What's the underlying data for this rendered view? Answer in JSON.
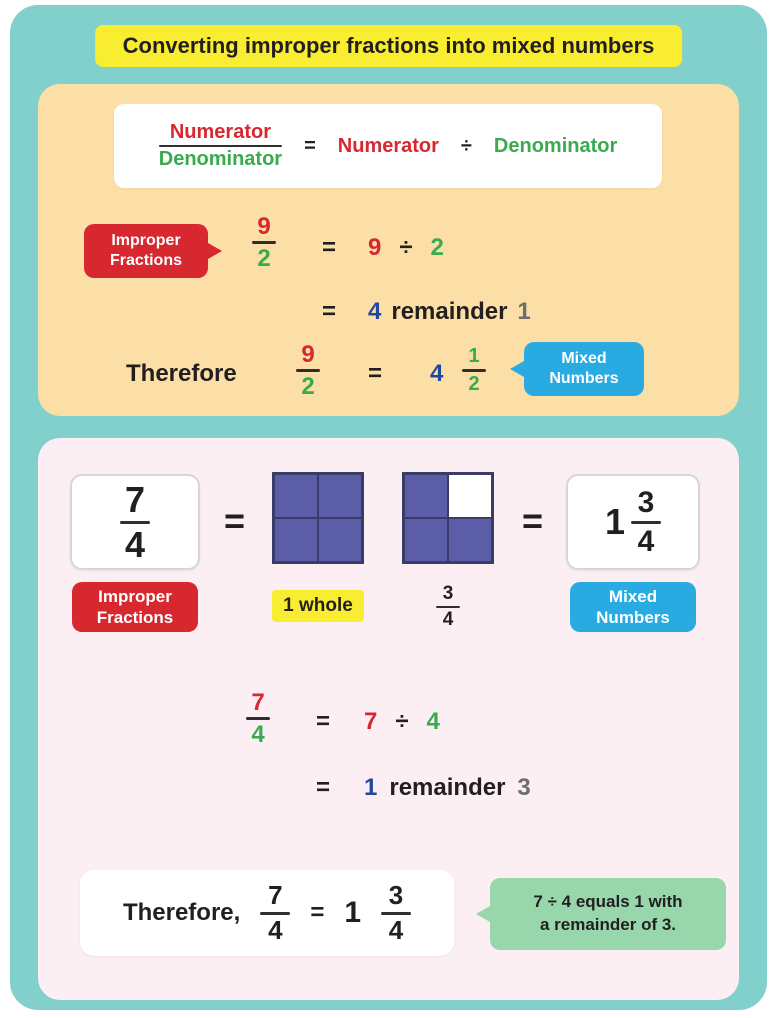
{
  "title": "Converting improper fractions into mixed numbers",
  "formula": {
    "fraction": {
      "numerator": "Numerator",
      "denominator": "Denominator"
    },
    "equals": "=",
    "dividend": "Numerator",
    "divide_sign": "÷",
    "divisor": "Denominator"
  },
  "example1": {
    "improper_label_line1": "Improper",
    "improper_label_line2": "Fractions",
    "fraction": {
      "numerator": "9",
      "denominator": "2"
    },
    "equals": "=",
    "dividend": "9",
    "divide_sign": "÷",
    "divisor": "2",
    "result_equals": "=",
    "result_whole": "4",
    "remainder_word": "remainder",
    "remainder_value": "1",
    "therefore_word": "Therefore",
    "therefore_fraction": {
      "numerator": "9",
      "denominator": "2"
    },
    "therefore_equals": "=",
    "mixed_whole": "4",
    "mixed_fraction": {
      "numerator": "1",
      "denominator": "2"
    },
    "mixed_label_line1": "Mixed",
    "mixed_label_line2": "Numbers"
  },
  "example2": {
    "improper_fraction": {
      "numerator": "7",
      "denominator": "4"
    },
    "improper_label_line1": "Improper",
    "improper_label_line2": "Fractions",
    "equals_left": "=",
    "whole_grid": {
      "rows": 2,
      "cols": 2,
      "empty_cells": [],
      "caption": "1 whole"
    },
    "partial_grid": {
      "rows": 2,
      "cols": 2,
      "empty_cells": [
        1
      ],
      "caption_fraction": {
        "numerator": "3",
        "denominator": "4"
      }
    },
    "equals_right": "=",
    "mixed_whole": "1",
    "mixed_fraction": {
      "numerator": "3",
      "denominator": "4"
    },
    "mixed_label_line1": "Mixed",
    "mixed_label_line2": "Numbers",
    "division": {
      "fraction": {
        "numerator": "7",
        "denominator": "4"
      },
      "equals": "=",
      "dividend": "7",
      "divide_sign": "÷",
      "divisor": "4"
    },
    "result": {
      "equals": "=",
      "whole": "1",
      "remainder_word": "remainder",
      "remainder_value": "3"
    },
    "conclusion": {
      "therefore_word": "Therefore,",
      "fraction": {
        "numerator": "7",
        "denominator": "4"
      },
      "equals": "=",
      "mixed_whole": "1",
      "mixed_fraction": {
        "numerator": "3",
        "denominator": "4"
      }
    },
    "note_line1": "7 ÷ 4 equals 1 with",
    "note_line2": "a remainder of 3."
  },
  "colors": {
    "background_teal": "#82d0cc",
    "highlight_yellow": "#f9ed32",
    "panel_peach": "#fbdfa6",
    "panel_pink": "#fbeff4",
    "red": "#d7282f",
    "green": "#3aaa4e",
    "blue": "#21489e",
    "gray": "#6d6e71",
    "sky_blue": "#29abe2",
    "grid_purple": "#5b5ea6",
    "bubble_green": "#98d7ac",
    "text_dark": "#231f20"
  }
}
